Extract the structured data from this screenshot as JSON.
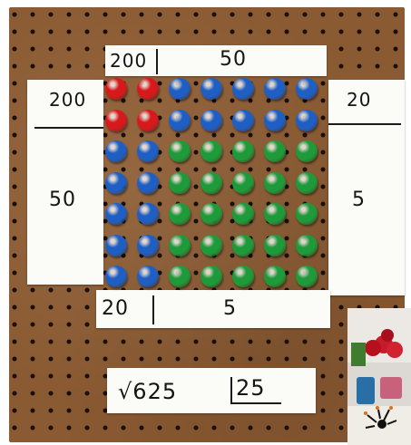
{
  "top_labels": {
    "left": "200",
    "right": "50"
  },
  "left_labels": {
    "top": "200",
    "bottom": "50"
  },
  "right_labels": {
    "top": "20",
    "bottom": "5"
  },
  "bottom_labels": {
    "left": "20",
    "right": "5"
  },
  "result": {
    "root": "√625",
    "answer": "25"
  },
  "bead_grid": {
    "rows": 7,
    "cols": 7,
    "groups": [
      {
        "color": "red",
        "hex": "#d7191c",
        "rows": [
          0,
          1
        ],
        "cols": [
          0,
          1
        ],
        "count": 4
      },
      {
        "color": "blue",
        "hex": "#1f5fc4",
        "regions": [
          "rows 0-1 × cols 2-6",
          "rows 2-6 × cols 0-1"
        ],
        "count": 20
      },
      {
        "color": "green",
        "hex": "#1f9a3a",
        "rows": [
          2,
          6
        ],
        "cols": [
          2,
          6
        ],
        "count": 25
      }
    ]
  },
  "colors": {
    "board": "#8a5a32",
    "card": "#fbfbf8",
    "ink": "#141414"
  }
}
